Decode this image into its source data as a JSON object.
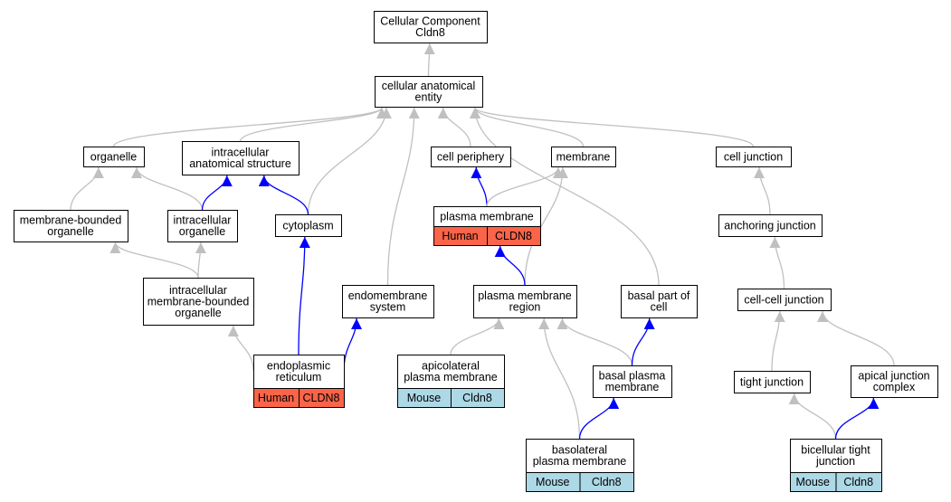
{
  "colors": {
    "gray_edge": "#c0c0c0",
    "blue_edge": "#0000ff",
    "human_fill": "#fa6449",
    "mouse_fill": "#add8e6"
  },
  "nodes": [
    {
      "id": "cc",
      "lines": [
        "Cellular Component",
        "Cldn8"
      ]
    },
    {
      "id": "cae",
      "lines": [
        "cellular anatomical",
        "entity"
      ]
    },
    {
      "id": "organelle",
      "lines": [
        "organelle"
      ]
    },
    {
      "id": "ias",
      "lines": [
        "intracellular",
        "anatomical structure"
      ]
    },
    {
      "id": "cp",
      "lines": [
        "cell periphery"
      ]
    },
    {
      "id": "membrane",
      "lines": [
        "membrane"
      ]
    },
    {
      "id": "cj",
      "lines": [
        "cell junction"
      ]
    },
    {
      "id": "mbo",
      "lines": [
        "membrane-bounded",
        "organelle"
      ]
    },
    {
      "id": "io",
      "lines": [
        "intracellular",
        "organelle"
      ]
    },
    {
      "id": "cyto",
      "lines": [
        "cytoplasm"
      ]
    },
    {
      "id": "pm",
      "lines": [
        "plasma membrane"
      ],
      "tag": {
        "species": "Human",
        "gene": "CLDN8"
      }
    },
    {
      "id": "aj",
      "lines": [
        "anchoring junction"
      ]
    },
    {
      "id": "imbo",
      "lines": [
        "intracellular",
        "membrane-bounded",
        "organelle"
      ]
    },
    {
      "id": "es",
      "lines": [
        "endomembrane",
        "system"
      ]
    },
    {
      "id": "pmr",
      "lines": [
        "plasma membrane",
        "region"
      ]
    },
    {
      "id": "bpc",
      "lines": [
        "basal part of",
        "cell"
      ]
    },
    {
      "id": "ccj",
      "lines": [
        "cell-cell junction"
      ]
    },
    {
      "id": "er",
      "lines": [
        "endoplasmic",
        "reticulum"
      ],
      "tag": {
        "species": "Human",
        "gene": "CLDN8"
      }
    },
    {
      "id": "apm",
      "lines": [
        "apicolateral",
        "plasma membrane"
      ],
      "tag": {
        "species": "Mouse",
        "gene": "Cldn8"
      }
    },
    {
      "id": "bpm",
      "lines": [
        "basal plasma",
        "membrane"
      ]
    },
    {
      "id": "tj",
      "lines": [
        "tight junction"
      ]
    },
    {
      "id": "ajc",
      "lines": [
        "apical junction",
        "complex"
      ]
    },
    {
      "id": "blpm",
      "lines": [
        "basolateral",
        "plasma membrane"
      ],
      "tag": {
        "species": "Mouse",
        "gene": "Cldn8"
      }
    },
    {
      "id": "btj",
      "lines": [
        "bicellular tight",
        "junction"
      ],
      "tag": {
        "species": "Mouse",
        "gene": "Cldn8"
      }
    }
  ],
  "edges": [
    {
      "from": "cae",
      "to": "cc",
      "kind": "gray"
    },
    {
      "from": "organelle",
      "to": "cae",
      "kind": "gray"
    },
    {
      "from": "ias",
      "to": "cae",
      "kind": "gray"
    },
    {
      "from": "cp",
      "to": "cae",
      "kind": "gray"
    },
    {
      "from": "membrane",
      "to": "cae",
      "kind": "gray"
    },
    {
      "from": "cj",
      "to": "cae",
      "kind": "gray"
    },
    {
      "from": "cyto",
      "to": "cae",
      "kind": "gray"
    },
    {
      "from": "es",
      "to": "cae",
      "kind": "gray"
    },
    {
      "from": "bpc",
      "to": "cae",
      "kind": "gray"
    },
    {
      "from": "mbo",
      "to": "organelle",
      "kind": "gray"
    },
    {
      "from": "io",
      "to": "organelle",
      "kind": "gray"
    },
    {
      "from": "io",
      "to": "ias",
      "kind": "blue"
    },
    {
      "from": "cyto",
      "to": "ias",
      "kind": "blue"
    },
    {
      "from": "pm",
      "to": "cp",
      "kind": "blue"
    },
    {
      "from": "pm",
      "to": "membrane",
      "kind": "gray"
    },
    {
      "from": "pmr",
      "to": "membrane",
      "kind": "gray"
    },
    {
      "from": "aj",
      "to": "cj",
      "kind": "gray"
    },
    {
      "from": "imbo",
      "to": "mbo",
      "kind": "gray"
    },
    {
      "from": "imbo",
      "to": "io",
      "kind": "gray"
    },
    {
      "from": "pmr",
      "to": "pm",
      "kind": "blue"
    },
    {
      "from": "ccj",
      "to": "aj",
      "kind": "gray"
    },
    {
      "from": "er",
      "to": "imbo",
      "kind": "gray"
    },
    {
      "from": "er",
      "to": "cyto",
      "kind": "blue"
    },
    {
      "from": "er",
      "to": "es",
      "kind": "blue"
    },
    {
      "from": "apm",
      "to": "pmr",
      "kind": "gray"
    },
    {
      "from": "bpm",
      "to": "pmr",
      "kind": "gray"
    },
    {
      "from": "bpm",
      "to": "bpc",
      "kind": "blue"
    },
    {
      "from": "blpm",
      "to": "pmr",
      "kind": "gray"
    },
    {
      "from": "blpm",
      "to": "bpm",
      "kind": "blue"
    },
    {
      "from": "tj",
      "to": "ccj",
      "kind": "gray"
    },
    {
      "from": "ajc",
      "to": "ccj",
      "kind": "gray"
    },
    {
      "from": "btj",
      "to": "tj",
      "kind": "gray"
    },
    {
      "from": "btj",
      "to": "ajc",
      "kind": "blue"
    }
  ]
}
